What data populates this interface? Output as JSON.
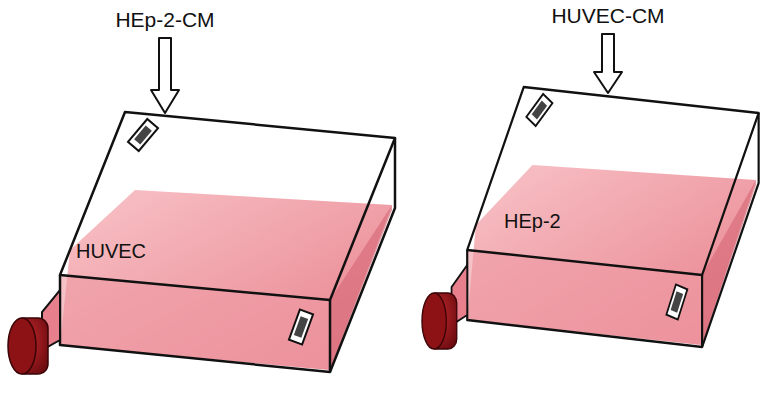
{
  "diagram": {
    "nodes": [
      {
        "text": [
          "HUVEC"
        ]
      },
      {
        "text": [
          "HEp-2"
        ]
      }
    ],
    "labels": [
      "HEp-2-CM",
      "HUVEC-CM"
    ]
  }
}
